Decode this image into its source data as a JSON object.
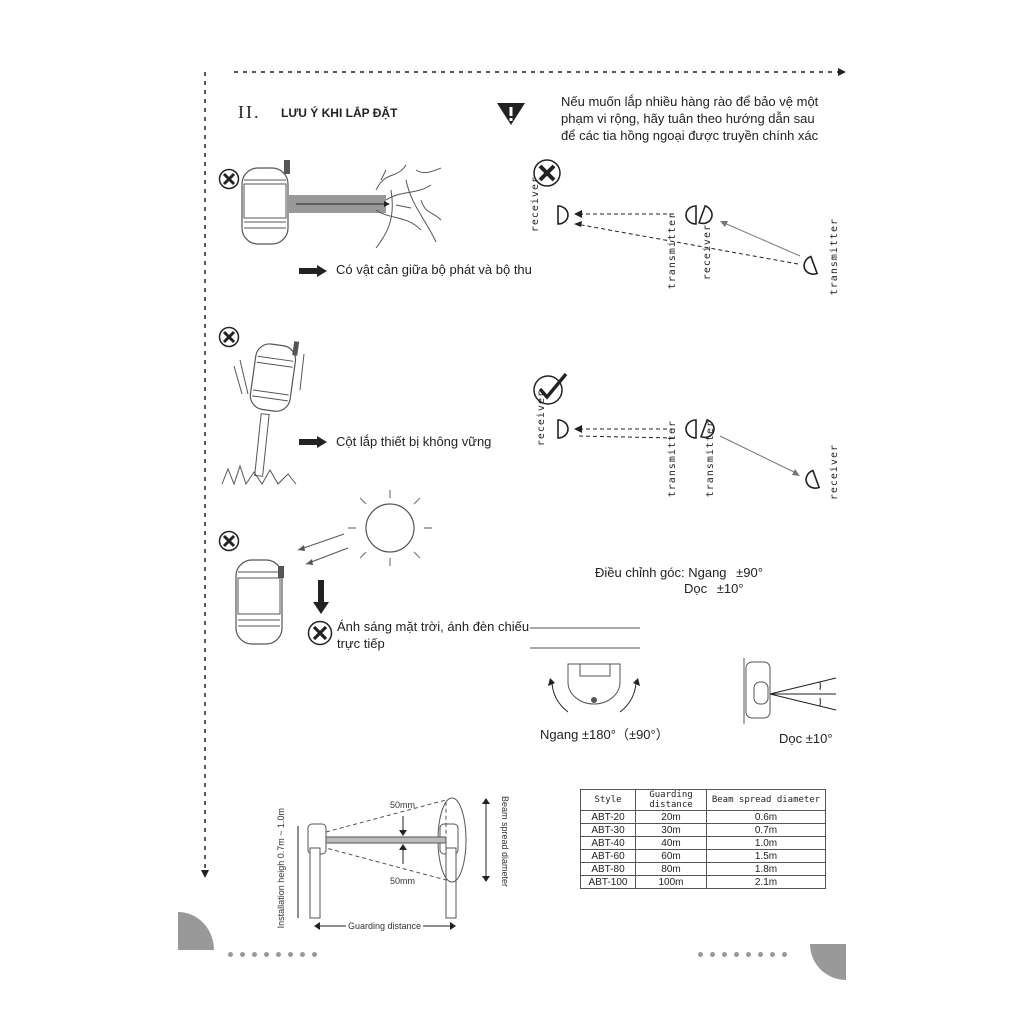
{
  "section": {
    "number": "II.",
    "title": "LƯU Ý KHI LẮP ĐẶT"
  },
  "warning_note": {
    "line1": "Nếu muốn lắp nhiều hàng rào để bảo vệ một",
    "line2": "phạm vi rộng, hãy tuân theo hướng dẫn sau",
    "line3": "để các tia hồng ngoại được truyền chính xác"
  },
  "cautions": [
    {
      "text": "Có vật cản giữa bộ phát và bộ thu"
    },
    {
      "text": "Cột lắp thiết bị không vững"
    },
    {
      "text_line1": "Ánh sáng mặt trời, ánh đèn chiếu",
      "text_line2": "trực tiếp"
    }
  ],
  "beam_diagrams": {
    "wrong": {
      "receiver_left": "receiver",
      "transmitter_mid": "transmitter",
      "receiver_mid": "receiver",
      "transmitter_right": "transmitter"
    },
    "correct": {
      "receiver_left": "receiver",
      "transmitter_mid1": "transmitter",
      "transmitter_mid2": "transmitter",
      "receiver_right": "receiver"
    }
  },
  "angle_adjust": {
    "label": "Điều chỉnh góc: Ngang",
    "horizontal_value": "±90°",
    "vertical_label": "Dọc",
    "vertical_value": "±10°",
    "horizontal_caption": "Ngang ±180°（±90°）",
    "vertical_caption": "Dọc ±10°"
  },
  "installation": {
    "height_label": "Installation heigh 0.7m ~ 1.0m",
    "beam_top": "50mm",
    "beam_bottom": "50mm",
    "spread_label": "Beam spread diameter",
    "distance_label": "Guarding distance"
  },
  "spec_table": {
    "headers": [
      "Style",
      "Guarding distance",
      "Beam spread diameter"
    ],
    "rows": [
      [
        "ABT-20",
        "20m",
        "0.6m"
      ],
      [
        "ABT-30",
        "30m",
        "0.7m"
      ],
      [
        "ABT-40",
        "40m",
        "1.0m"
      ],
      [
        "ABT-60",
        "60m",
        "1.5m"
      ],
      [
        "ABT-80",
        "80m",
        "1.8m"
      ],
      [
        "ABT-100",
        "100m",
        "2.1m"
      ]
    ]
  },
  "icons": {
    "warning": "warning-triangle-icon",
    "wrong": "x-circle-icon",
    "right": "check-circle-icon",
    "arrow": "right-arrow-icon"
  }
}
